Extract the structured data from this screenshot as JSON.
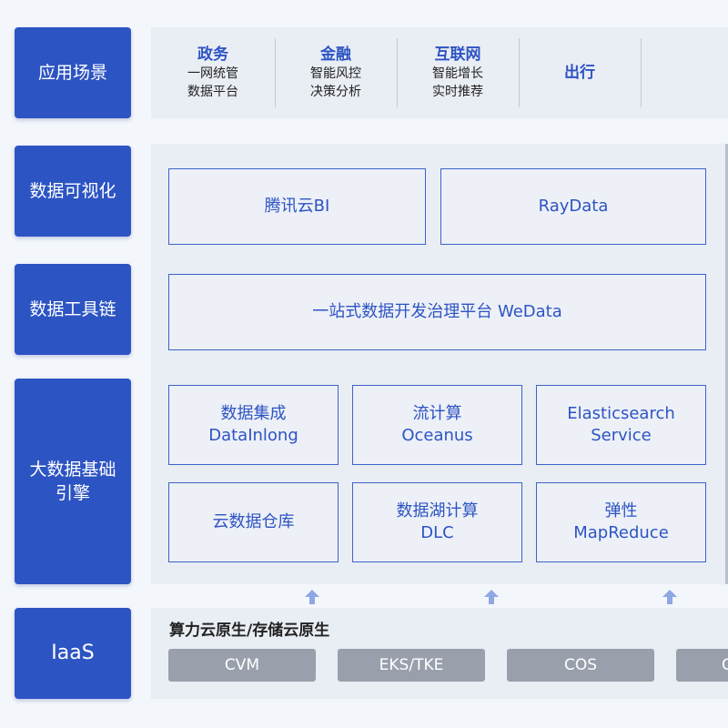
{
  "layers": {
    "application": "应用场景",
    "visualization": "数据可视化",
    "toolchain": "数据工具链",
    "engine_line1": "大数据基础",
    "engine_line2": "引擎",
    "iaas": "IaaS"
  },
  "scenarios": [
    {
      "title": "政务",
      "lines": [
        "一网统管",
        "数据平台"
      ]
    },
    {
      "title": "金融",
      "lines": [
        "智能风控",
        "决策分析"
      ]
    },
    {
      "title": "互联网",
      "lines": [
        "智能增长",
        "实时推荐"
      ]
    },
    {
      "title": "出行",
      "lines": []
    },
    {
      "title": "教育",
      "lines": []
    }
  ],
  "visualization": {
    "tencent_bi": "腾讯云BI",
    "raydata": "RayData"
  },
  "toolchain": {
    "wedata": "一站式数据开发治理平台 WeData"
  },
  "engine": [
    {
      "line1": "数据集成",
      "line2": "DataInlong"
    },
    {
      "line1": "流计算",
      "line2": "Oceanus"
    },
    {
      "line1": "Elasticsearch",
      "line2": "Service"
    },
    {
      "line1": "云数据仓库",
      "line2": ""
    },
    {
      "line1": "数据湖计算",
      "line2": "DLC"
    },
    {
      "line1": "弹性",
      "line2": "MapReduce"
    }
  ],
  "iaas": {
    "heading": "算力云原生/存储云原生",
    "items": [
      "CVM",
      "EKS/TKE",
      "COS",
      "C"
    ]
  },
  "colors": {
    "accent": "#2d54c3",
    "box_border": "#3d63c9",
    "gray_box": "#99a0ac",
    "arrow": "#8fa7e3"
  }
}
